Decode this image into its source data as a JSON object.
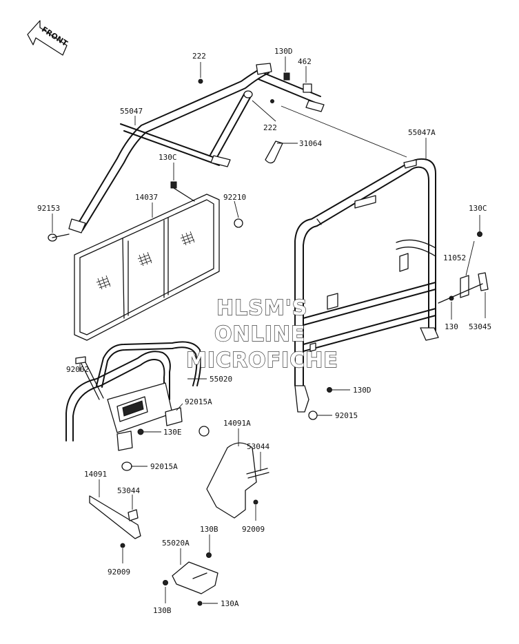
{
  "orientation": {
    "label": "FRONT",
    "icon": "front-arrow-icon"
  },
  "watermark": {
    "lines": [
      "HLSM'S",
      "ONLINE",
      "MICROFICHE"
    ]
  },
  "parts": [
    {
      "id": "p-222-top",
      "number": "222"
    },
    {
      "id": "p-130d-top",
      "number": "130D"
    },
    {
      "id": "p-462",
      "number": "462"
    },
    {
      "id": "p-55047",
      "number": "55047"
    },
    {
      "id": "p-222-mid",
      "number": "222"
    },
    {
      "id": "p-31064",
      "number": "31064"
    },
    {
      "id": "p-55047a",
      "number": "55047A"
    },
    {
      "id": "p-130c-left",
      "number": "130C"
    },
    {
      "id": "p-14037",
      "number": "14037"
    },
    {
      "id": "p-92210",
      "number": "92210"
    },
    {
      "id": "p-92153",
      "number": "92153"
    },
    {
      "id": "p-130c-right",
      "number": "130C"
    },
    {
      "id": "p-11052",
      "number": "11052"
    },
    {
      "id": "p-130",
      "number": "130"
    },
    {
      "id": "p-53045",
      "number": "53045"
    },
    {
      "id": "p-92002",
      "number": "92002"
    },
    {
      "id": "p-55020",
      "number": "55020"
    },
    {
      "id": "p-92015a-upper",
      "number": "92015A"
    },
    {
      "id": "p-130e",
      "number": "130E"
    },
    {
      "id": "p-92015a-lower",
      "number": "92015A"
    },
    {
      "id": "p-130d-right",
      "number": "130D"
    },
    {
      "id": "p-92015",
      "number": "92015"
    },
    {
      "id": "p-14091a",
      "number": "14091A"
    },
    {
      "id": "p-53044-right",
      "number": "53044"
    },
    {
      "id": "p-92009-right",
      "number": "92009"
    },
    {
      "id": "p-14091",
      "number": "14091"
    },
    {
      "id": "p-53044-left",
      "number": "53044"
    },
    {
      "id": "p-92009-left",
      "number": "92009"
    },
    {
      "id": "p-130b-upper",
      "number": "130B"
    },
    {
      "id": "p-55020a",
      "number": "55020A"
    },
    {
      "id": "p-130b-lower",
      "number": "130B"
    },
    {
      "id": "p-130a",
      "number": "130A"
    }
  ]
}
